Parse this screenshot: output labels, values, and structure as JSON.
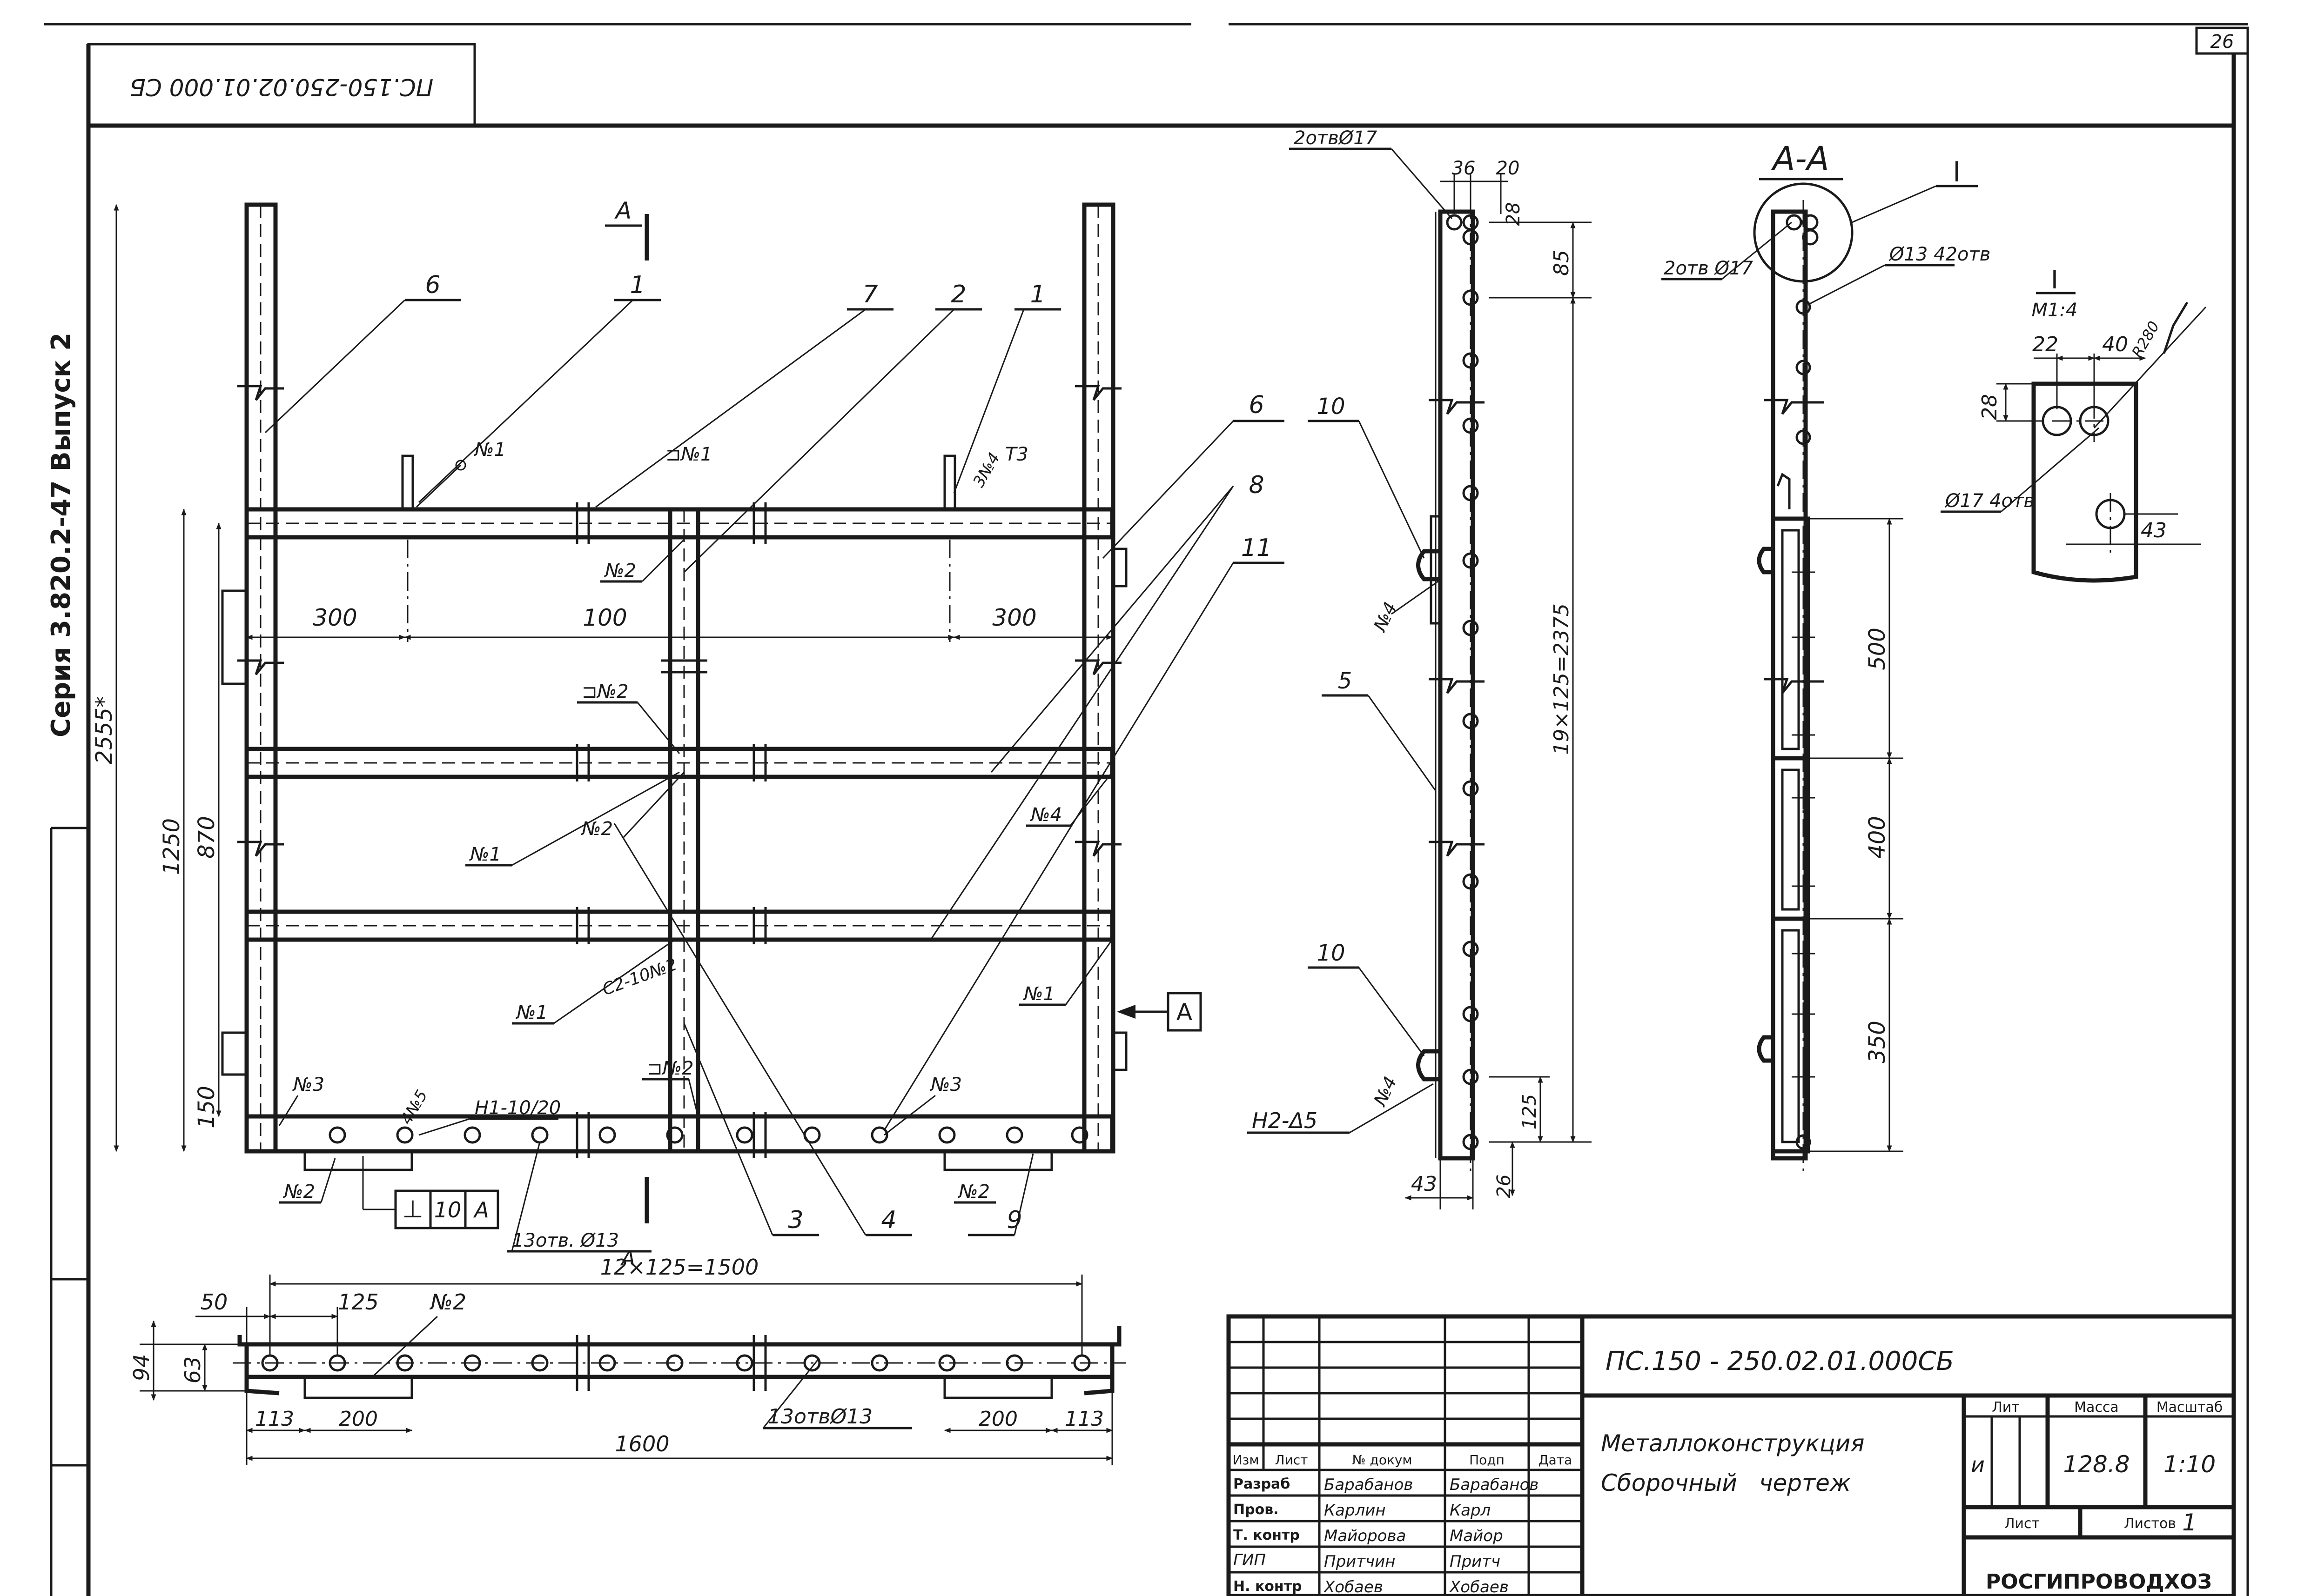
{
  "sheet": {
    "sheet_number": "26",
    "series_label": "Серия 3.820.2-47 Выпуск 2",
    "doc_code_flipped": "ПС.150-250.02.01.000 СБ"
  },
  "front_view": {
    "section_marker": "А",
    "view_ref_marker": "А",
    "flatness_tol": {
      "symbol": "⊥",
      "value": "10",
      "datum": "А"
    },
    "parts": [
      "6",
      "1",
      "7",
      "2",
      "1",
      "6",
      "8",
      "11",
      "3",
      "4",
      "9"
    ],
    "weld_labels": [
      "№1",
      "⊐№1",
      "Т3",
      "3№4",
      "№2",
      "⊐№2",
      "№1",
      "№2",
      "№4",
      "№1",
      "С2-10№2",
      "№1",
      "№3",
      "4№5",
      "Н1-10/20",
      "⊐№2",
      "№3",
      "№2",
      "№2"
    ],
    "dims": {
      "overall_height": "2555*",
      "h_1250": "1250",
      "h_870": "870",
      "h_150": "150",
      "w_300_left": "300",
      "w_100": "100",
      "w_300_right": "300",
      "holes_bottom": "13отв. Ø13"
    }
  },
  "bottom_view": {
    "dims": [
      "50",
      "125",
      "12×125=1500",
      "94",
      "63",
      "113",
      "200",
      "200",
      "113",
      "1600"
    ],
    "weld": "№2",
    "holes": "13отвØ13"
  },
  "side_view": {
    "holes_top": "2отвØ17",
    "dims": [
      "36",
      "20",
      "28",
      "85",
      "19×125=2375",
      "125",
      "43",
      "26"
    ],
    "parts": [
      "10",
      "5",
      "10"
    ],
    "welds": [
      "№4",
      "№4",
      "Н2-Δ5"
    ]
  },
  "section_aa": {
    "title": "А-А",
    "detail_marker": "I",
    "holes_a": "2отв Ø17",
    "holes_b": "Ø13 42отв",
    "dims": [
      "500",
      "400",
      "350"
    ]
  },
  "detail_i": {
    "title": "I",
    "scale": "М1:4",
    "dims": [
      "22",
      "40",
      "R280",
      "28",
      "43"
    ],
    "holes": "Ø17 4отв"
  },
  "title_block": {
    "doc_code": "ПС.150 - 250.02.01.000СБ",
    "name_line1": "Металлоконструкция",
    "name_line2": "Сборочный",
    "name_line3": "чертеж",
    "col_headers": [
      "Изм",
      "Лист",
      "№ докум",
      "Подп",
      "Дата"
    ],
    "roles": [
      {
        "role": "Разраб",
        "name": "Барабанов",
        "sign": "Барабанов"
      },
      {
        "role": "Пров.",
        "name": "Карлин",
        "sign": "Карл"
      },
      {
        "role": "Т. контр",
        "name": "Майорова",
        "sign": "Майор"
      },
      {
        "role": "ГИП",
        "name": "Притчин",
        "sign": "Притч"
      },
      {
        "role": "Н. контр",
        "name": "Хобаев",
        "sign": "Хобаев"
      }
    ],
    "lit_header": "Лит",
    "mass_header": "Масса",
    "scale_header": "Масштаб",
    "lit": "и",
    "mass": "128.8",
    "scale": "1:10",
    "sheet_label": "Лист",
    "sheets_label": "Листов",
    "sheets_value": "1",
    "org": "РОСГИПРОВОДХОЗ"
  }
}
